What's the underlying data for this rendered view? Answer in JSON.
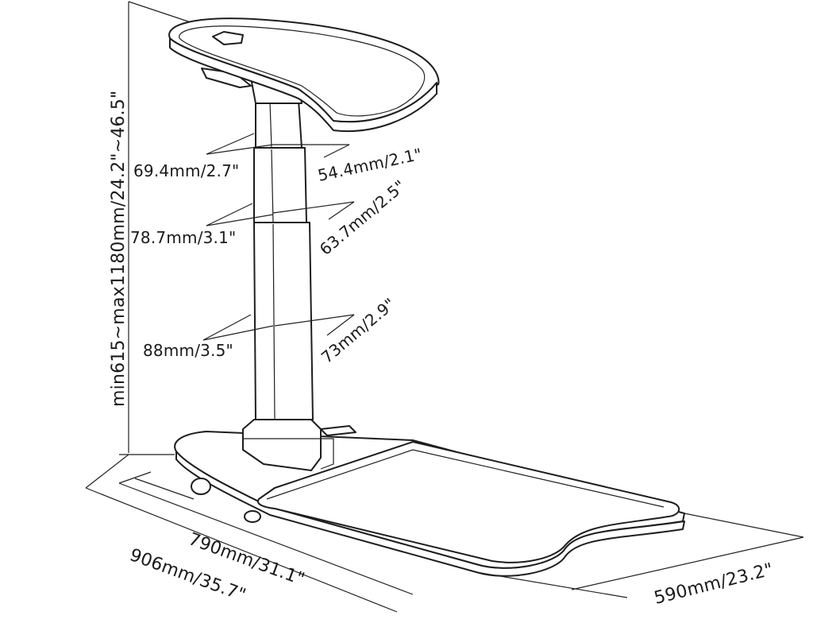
{
  "labels": {
    "height_range": "min615~max1180mm/24.2\"~46.5\"",
    "upper_col_w": "69.4mm/2.7\"",
    "upper_col_d": "54.4mm/2.1\"",
    "mid_col_w": "78.7mm/3.1\"",
    "mid_col_d": "63.7mm/2.5\"",
    "low_col_w": "88mm/3.5\"",
    "low_col_d": "73mm/2.9\"",
    "base_depth_inner": "790mm/31.1\"",
    "base_depth_outer": "906mm/35.7\"",
    "base_width": "590mm/23.2\""
  }
}
